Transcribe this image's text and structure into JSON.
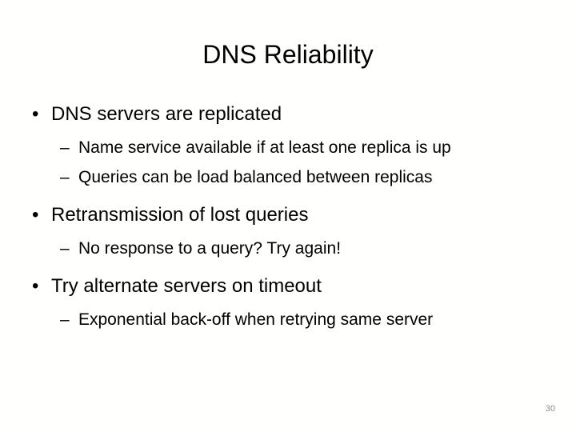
{
  "slide": {
    "title": "DNS Reliability",
    "page_number": "30",
    "markers": {
      "level1": "•",
      "level2": "–"
    },
    "colors": {
      "background": "#fffffd",
      "text": "#000000",
      "page_number": "#8c8c8c"
    },
    "bullets": [
      {
        "level": 1,
        "text": "DNS servers are replicated"
      },
      {
        "level": 2,
        "text": "Name service available if at least one replica is up"
      },
      {
        "level": 2,
        "text": "Queries can be load balanced between replicas"
      },
      {
        "level": 1,
        "text": "Retransmission of lost queries"
      },
      {
        "level": 2,
        "text": "No response to a query? Try again!"
      },
      {
        "level": 1,
        "text": "Try alternate servers on timeout"
      },
      {
        "level": 2,
        "text": "Exponential back-off when retrying same server"
      }
    ]
  }
}
